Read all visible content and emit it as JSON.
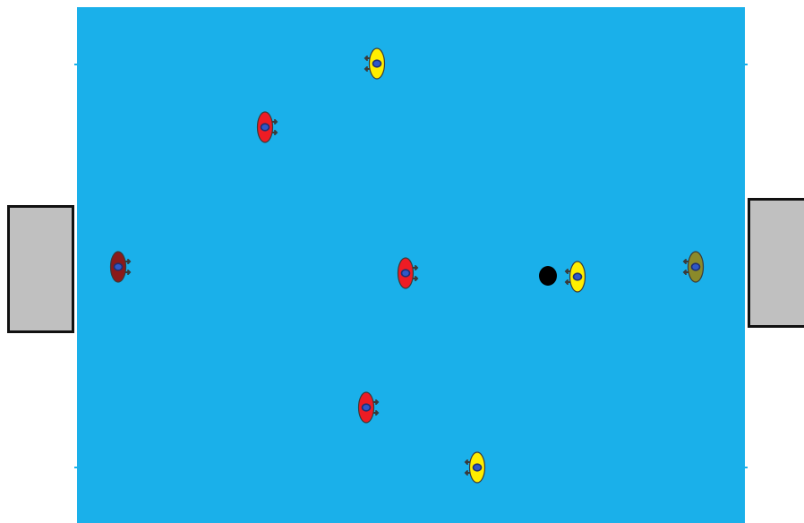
{
  "colors": {
    "background": "#ffffff",
    "pitch": "#1ab0ea",
    "goal_fill": "#c0c0c0",
    "goal_border": "#111111",
    "ball": "#000000",
    "player_outline": "#3a3a3a",
    "player_core": "#2f58c8",
    "player_core_ring": "#1f2f70"
  },
  "teams": {
    "red": {
      "body": "#ee1c24",
      "goalkeeper": "#8b1a1a"
    },
    "yellow": {
      "body": "#ffee00",
      "goalkeeper": "#8b8a2a"
    }
  },
  "players": [
    {
      "team": "yellow",
      "role": "field",
      "facing": "left"
    },
    {
      "team": "red",
      "role": "field",
      "facing": "right"
    },
    {
      "team": "red",
      "role": "goalkeeper",
      "facing": "right"
    },
    {
      "team": "red",
      "role": "field",
      "facing": "right"
    },
    {
      "team": "yellow",
      "role": "field",
      "facing": "left"
    },
    {
      "team": "yellow",
      "role": "goalkeeper",
      "facing": "left"
    },
    {
      "team": "red",
      "role": "field",
      "facing": "right"
    },
    {
      "team": "yellow",
      "role": "field",
      "facing": "left"
    }
  ],
  "ball": {
    "icon": "ball-icon"
  }
}
